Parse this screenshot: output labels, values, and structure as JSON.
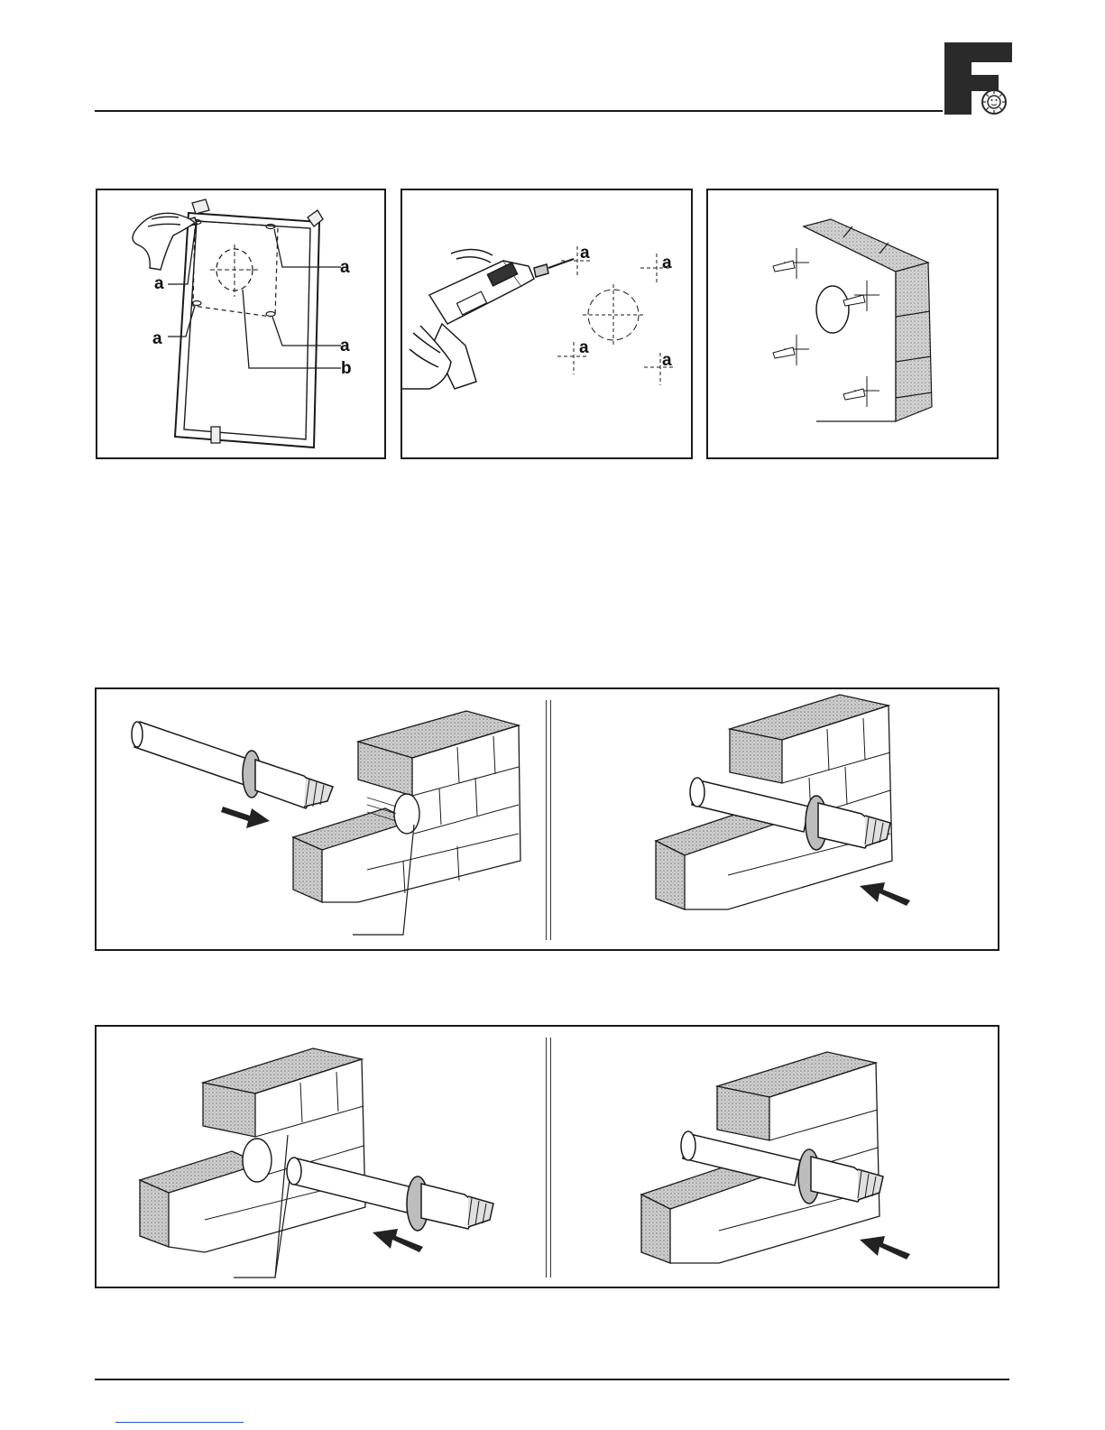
{
  "brand": {
    "logo_icon": "fondital-f-sun-logo-icon",
    "color": "#1a1a1a"
  },
  "figure_marking": {
    "labels": {
      "a1": "a",
      "a2": "a",
      "a3": "a",
      "a4": "a",
      "b": "b"
    }
  },
  "figure_drilling": {
    "labels": {
      "a1": "a",
      "a2": "a",
      "a3": "a",
      "a4": "a"
    }
  },
  "figure_plugs": {},
  "figure_pipe_insert_1": {},
  "figure_pipe_insert_2": {},
  "colors": {
    "ink": "#1a1a1a",
    "link": "#2a4fd6"
  }
}
